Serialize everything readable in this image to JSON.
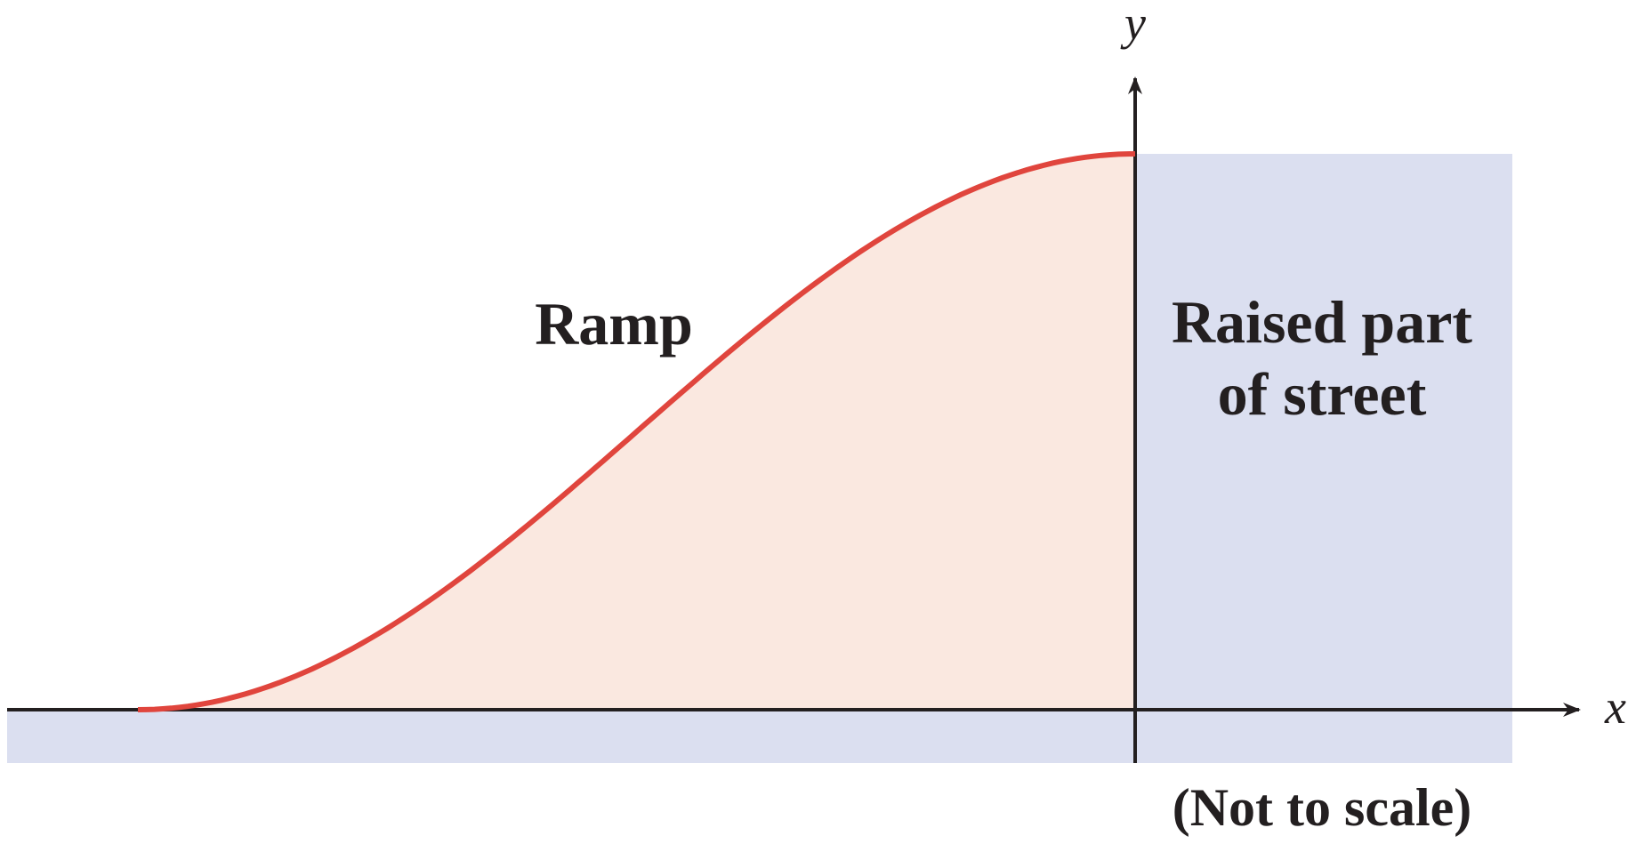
{
  "diagram": {
    "ramp_label": "Ramp",
    "raised_label_line1": "Raised part",
    "raised_label_line2": "of street",
    "scale_note": "(Not to scale)",
    "x_axis_label": "x",
    "y_axis_label": "y"
  },
  "colors": {
    "street_fill": "#dbdff0",
    "ramp_fill": "#fae8e0",
    "curve": "#e0453d",
    "axis": "#231f20"
  }
}
